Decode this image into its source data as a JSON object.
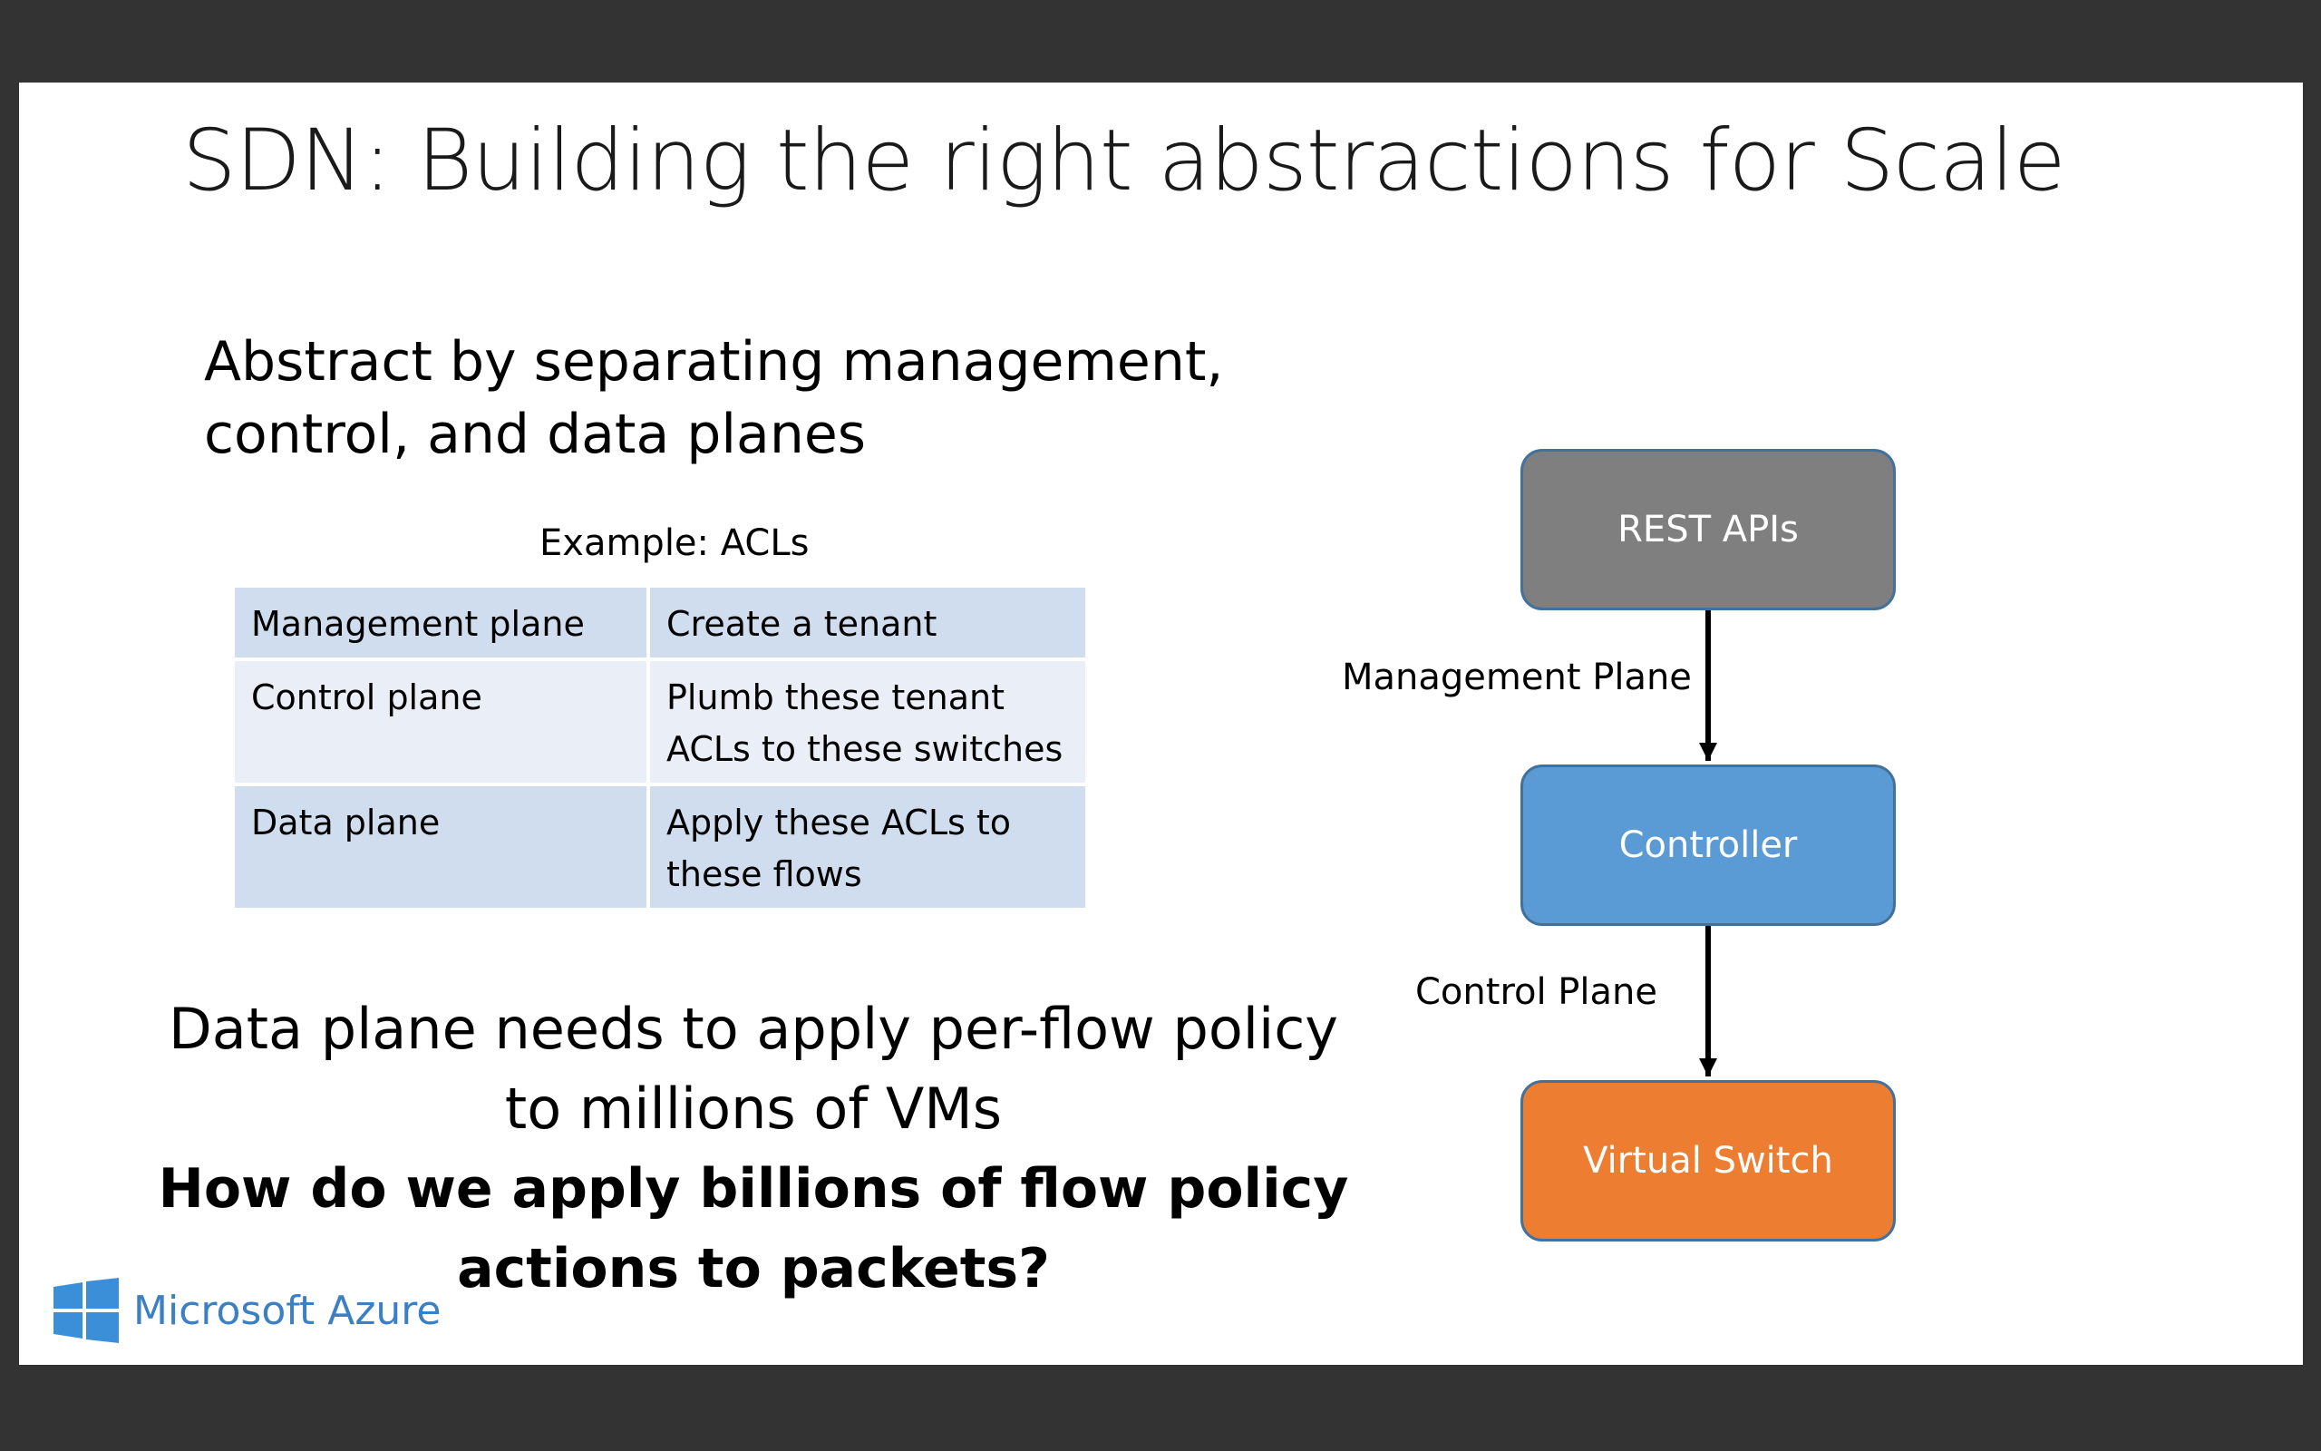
{
  "slide": {
    "title": "SDN: Building the right abstractions for Scale",
    "subtitle": "Abstract by separating management, control, and data planes",
    "table_caption": "Example: ACLs",
    "table_rows": [
      [
        "Management plane",
        "Create a tenant"
      ],
      [
        "Control plane",
        "Plumb these tenant ACLs to these switches"
      ],
      [
        "Data plane",
        "Apply these ACLs to these flows"
      ]
    ],
    "statement_line1": "Data plane needs to apply per-flow policy",
    "statement_line2": "to millions of VMs",
    "question_line1": "How do we apply billions of flow policy",
    "question_line2": "actions to packets?",
    "logo_text": "Microsoft Azure"
  },
  "diagram": {
    "box_rest": "REST APIs",
    "box_controller": "Controller",
    "box_vswitch": "Virtual Switch",
    "label_management": "Management Plane",
    "label_control": "Control Plane"
  },
  "colors": {
    "rest_box": "#7f7f7f",
    "controller_box": "#5b9bd5",
    "vswitch_box": "#ed7d31",
    "table_dark_row": "#d0ddee",
    "table_light_row": "#e9eef7",
    "logo_blue": "#3b7fc4"
  },
  "icons": {
    "logo": "windows-logo-icon"
  }
}
